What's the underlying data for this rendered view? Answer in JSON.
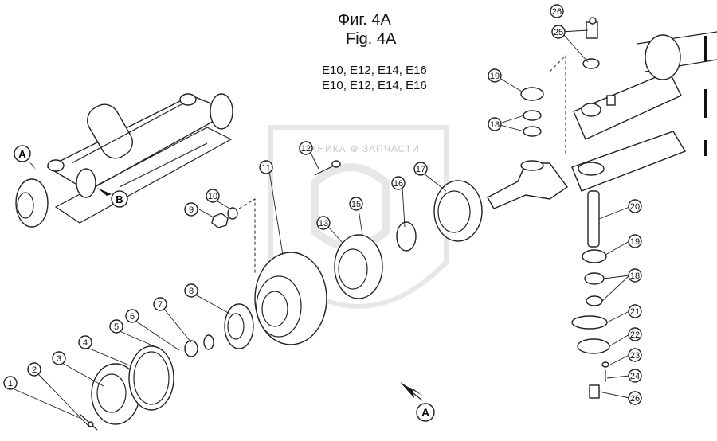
{
  "title_ru": "Фиг. 4A",
  "title_en": "Fig. 4A",
  "models_line1": "E10, E12, E14, E16",
  "models_line2": "E10, E12, E14, E16",
  "watermark_text": "ТЕХНИКА ⚙ ЗАПЧАСТИ",
  "view_labels": {
    "a": "A",
    "b": "B",
    "a_bottom": "A"
  },
  "callouts": [
    "1",
    "2",
    "3",
    "4",
    "5",
    "6",
    "7",
    "8",
    "9",
    "10",
    "11",
    "12",
    "13",
    "15",
    "16",
    "17",
    "18",
    "18",
    "19",
    "19",
    "20",
    "21",
    "22",
    "23",
    "24",
    "25",
    "26",
    "26"
  ],
  "colors": {
    "line": "#222222",
    "watermark": "#c9c9c9"
  }
}
